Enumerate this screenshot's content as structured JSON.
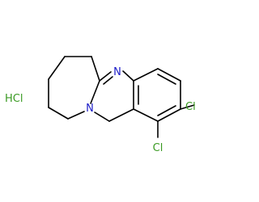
{
  "molecule": {
    "atoms": {
      "n_imine": "N",
      "n_amine": "N",
      "cl_upper": "Cl",
      "cl_lower": "Cl",
      "salt": "HCl"
    },
    "colors": {
      "bond": "#000000",
      "nitrogen": "#1c1cc8",
      "chlorine": "#3a9a22",
      "hcl": "#3a9a22"
    }
  }
}
